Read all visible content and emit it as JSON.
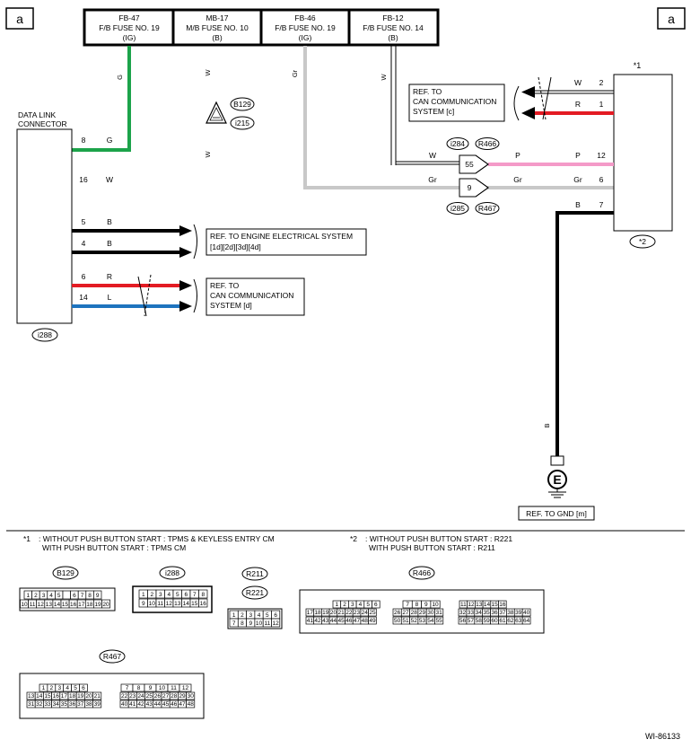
{
  "page_markers": {
    "left": "a",
    "right": "a"
  },
  "fuses": [
    {
      "id": "FB-47",
      "name": "F/B FUSE NO. 19",
      "cond": "(IG)"
    },
    {
      "id": "MB-17",
      "name": "M/B FUSE NO. 10",
      "cond": "(B)"
    },
    {
      "id": "FB-46",
      "name": "F/B FUSE NO. 19",
      "cond": "(IG)"
    },
    {
      "id": "FB-12",
      "name": "F/B FUSE NO. 14",
      "cond": "(B)"
    }
  ],
  "wire_colors": {
    "G": "G",
    "W": "W",
    "Gr": "Gr",
    "B": "B",
    "R": "R",
    "L": "L",
    "P": "P"
  },
  "ground_symbol": "E",
  "dlc": {
    "label_line1": "DATA LINK",
    "label_line2": "CONNECTOR",
    "connector": "i288",
    "pins": [
      {
        "pin": "8",
        "color": "G"
      },
      {
        "pin": "16",
        "color": "W"
      },
      {
        "pin": "5",
        "color": "B"
      },
      {
        "pin": "4",
        "color": "B"
      },
      {
        "pin": "6",
        "color": "R"
      },
      {
        "pin": "14",
        "color": "L"
      }
    ]
  },
  "junction_labels": [
    "B129",
    "i215"
  ],
  "inline_connectors": [
    {
      "top": "i284",
      "top2": "R466",
      "pin": "55"
    },
    {
      "top": "i285",
      "top2": "R467",
      "pin": "9"
    }
  ],
  "refs": {
    "can_c": [
      "REF. TO",
      "CAN COMMUNICATION",
      "SYSTEM [c]"
    ],
    "engine": [
      "REF. TO ENGINE ELECTRICAL SYSTEM",
      "[1d][2d][3d][4d]"
    ],
    "can_d": [
      "REF. TO",
      "CAN COMMUNICATION",
      "SYSTEM [d]"
    ],
    "gnd": "REF. TO GND [m]"
  },
  "module": {
    "star_top": "*1",
    "star_bottom": "*2",
    "pins": [
      {
        "pin": "2",
        "color": "W"
      },
      {
        "pin": "1",
        "color": "R"
      },
      {
        "pin": "12",
        "color": "P"
      },
      {
        "pin": "6",
        "color": "Gr"
      },
      {
        "pin": "7",
        "color": "B"
      }
    ]
  },
  "notes": {
    "n1_star": "*1",
    "n1_line1": ": WITHOUT PUSH BUTTON START  : TPMS & KEYLESS ENTRY CM",
    "n1_line2": "WITH PUSH BUTTON START  : TPMS CM",
    "n2_star": "*2",
    "n2_line1": ": WITHOUT PUSH BUTTON START  :    R221",
    "n2_line2": "WITH PUSH BUTTON START  :    R211"
  },
  "connector_views": {
    "b129": {
      "label": "B129",
      "row1": [
        "1",
        "2",
        "3",
        "4",
        "5",
        "",
        "6",
        "7",
        "8",
        "9"
      ],
      "row2": [
        "10",
        "11",
        "12",
        "13",
        "14",
        "15",
        "16",
        "17",
        "18",
        "19",
        "20"
      ]
    },
    "i288": {
      "label": "i288",
      "row1": [
        "1",
        "2",
        "3",
        "4",
        "5",
        "6",
        "7",
        "8"
      ],
      "row2": [
        "9",
        "10",
        "11",
        "12",
        "13",
        "14",
        "15",
        "16"
      ]
    },
    "r211": {
      "label": "R211",
      "label2": "R221",
      "row1": [
        "1",
        "2",
        "3",
        "4",
        "5",
        "6"
      ],
      "row2": [
        "7",
        "8",
        "9",
        "10",
        "11",
        "12"
      ]
    },
    "r466": {
      "label": "R466",
      "g1r1": [
        "1",
        "2",
        "3",
        "4",
        "5",
        "6"
      ],
      "g1r2": [
        "17",
        "18",
        "19",
        "20",
        "21",
        "22",
        "23",
        "24",
        "25"
      ],
      "g1r3": [
        "41",
        "42",
        "43",
        "44",
        "45",
        "46",
        "47",
        "48",
        "49"
      ],
      "g2r1": [
        "7",
        "8",
        "9",
        "10"
      ],
      "g2r2": [
        "26",
        "27",
        "28",
        "29",
        "30",
        "31"
      ],
      "g2r3": [
        "50",
        "51",
        "52",
        "53",
        "54",
        "55"
      ],
      "g3r1": [
        "11",
        "12",
        "13",
        "14",
        "15",
        "16"
      ],
      "g3r2": [
        "32",
        "33",
        "34",
        "35",
        "36",
        "37",
        "38",
        "39",
        "40"
      ],
      "g3r3": [
        "56",
        "57",
        "58",
        "59",
        "60",
        "61",
        "62",
        "63",
        "64"
      ]
    },
    "r467": {
      "label": "R467",
      "g1r1": [
        "1",
        "2",
        "3",
        "4",
        "5",
        "6"
      ],
      "g1r2": [
        "13",
        "14",
        "15",
        "16",
        "17",
        "18",
        "19",
        "20",
        "21"
      ],
      "g1r3": [
        "31",
        "32",
        "33",
        "34",
        "35",
        "36",
        "37",
        "38",
        "39"
      ],
      "g2r1": [
        "7",
        "8",
        "9",
        "10",
        "11",
        "12"
      ],
      "g2r2": [
        "22",
        "23",
        "24",
        "25",
        "26",
        "27",
        "28",
        "29",
        "30"
      ],
      "g2r3": [
        "40",
        "41",
        "42",
        "43",
        "44",
        "45",
        "46",
        "47",
        "48"
      ]
    }
  },
  "doc_id": "WI-86133",
  "colors": {
    "green": "#1ca34a",
    "red": "#e31b23",
    "blue": "#1e73be",
    "pink": "#f49ac8",
    "gray": "#c8c8c8",
    "black": "#000000"
  }
}
